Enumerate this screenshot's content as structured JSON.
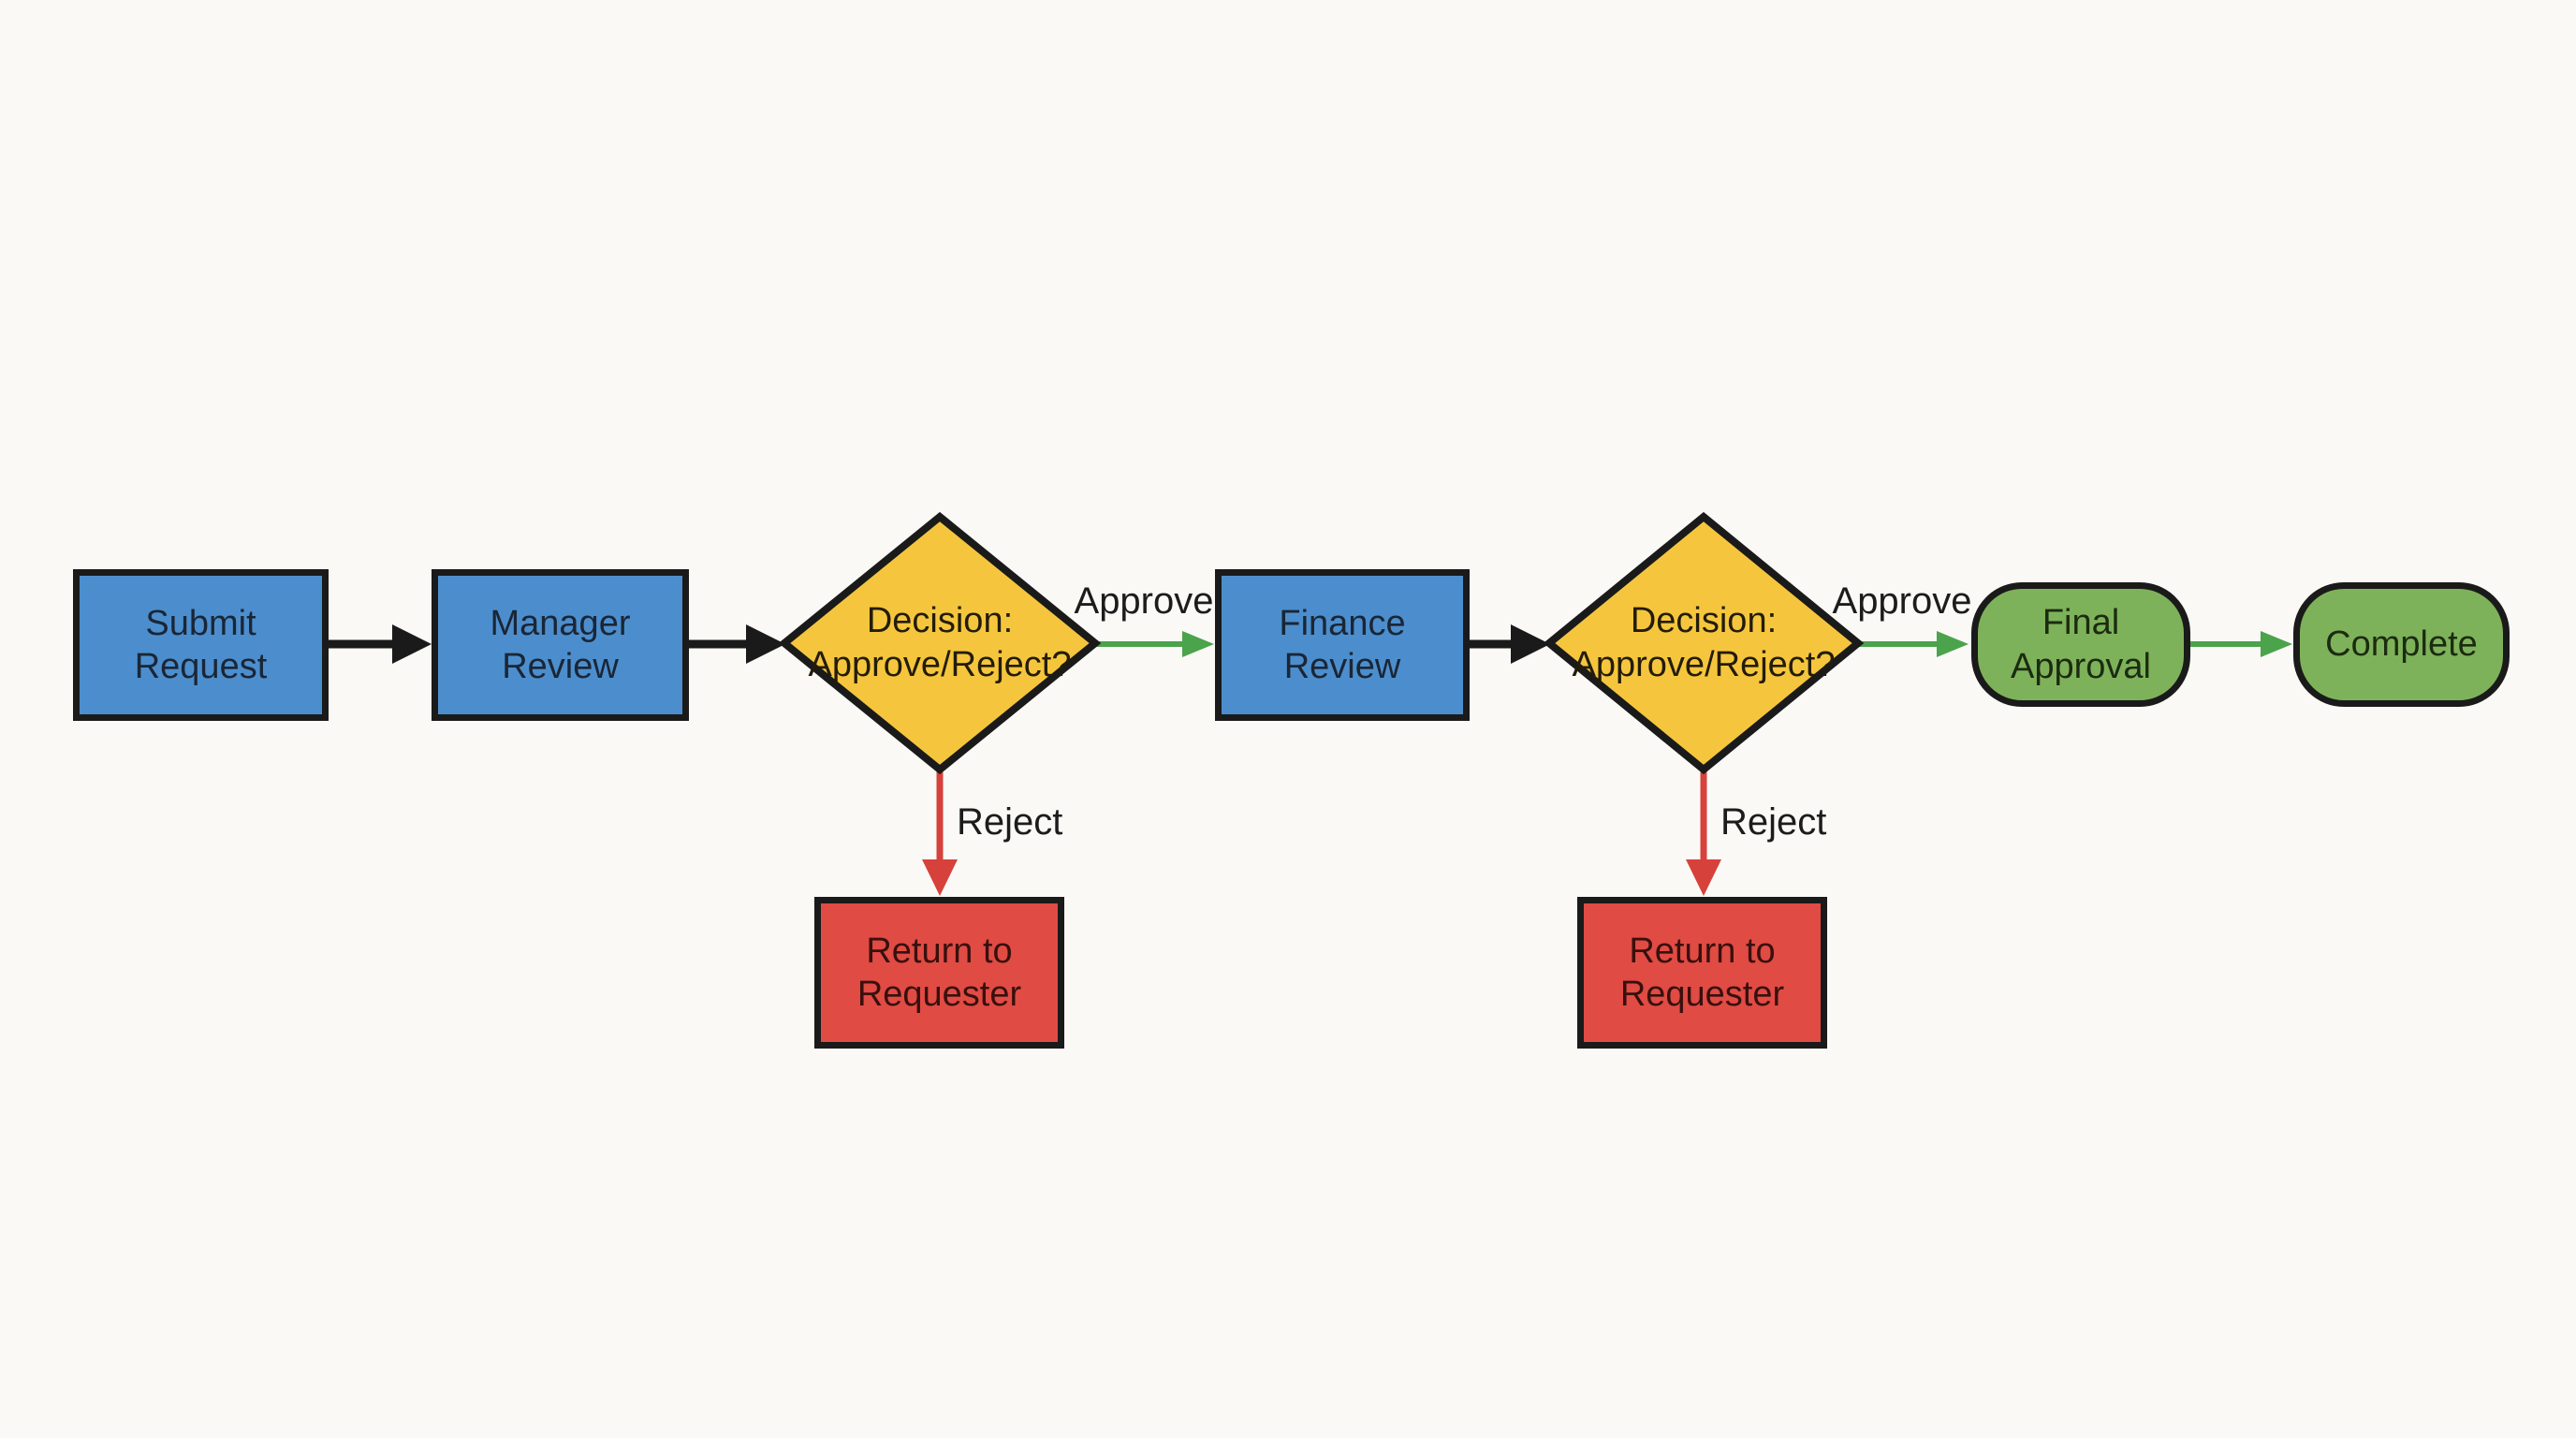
{
  "diagram": {
    "kind": "flowchart",
    "background": "#faf9f6",
    "nodes": {
      "submit": {
        "label": "Submit Request",
        "type": "process"
      },
      "manager": {
        "label": "Manager Review",
        "type": "process"
      },
      "decision1": {
        "label": "Decision: Approve/Reject?",
        "type": "decision"
      },
      "finance": {
        "label": "Finance Review",
        "type": "process"
      },
      "decision2": {
        "label": "Decision: Approve/Reject?",
        "type": "decision"
      },
      "final": {
        "label": "Final Approval",
        "type": "terminal"
      },
      "complete": {
        "label": "Complete",
        "type": "terminal"
      },
      "return1": {
        "label": "Return to Requester",
        "type": "reject"
      },
      "return2": {
        "label": "Return to Requester",
        "type": "reject"
      }
    },
    "edges": [
      {
        "from": "submit",
        "to": "manager",
        "label": "",
        "color": "black"
      },
      {
        "from": "manager",
        "to": "decision1",
        "label": "",
        "color": "black"
      },
      {
        "from": "decision1",
        "to": "finance",
        "label": "Approve",
        "color": "green"
      },
      {
        "from": "decision1",
        "to": "return1",
        "label": "Reject",
        "color": "red"
      },
      {
        "from": "finance",
        "to": "decision2",
        "label": "",
        "color": "black"
      },
      {
        "from": "decision2",
        "to": "final",
        "label": "Approve",
        "color": "green"
      },
      {
        "from": "decision2",
        "to": "return2",
        "label": "Reject",
        "color": "red"
      },
      {
        "from": "final",
        "to": "complete",
        "label": "",
        "color": "green"
      }
    ],
    "colors": {
      "process_fill": "#4c8ecd",
      "decision_fill": "#f5c63d",
      "terminal_fill": "#7eb25a",
      "reject_fill": "#e04b44",
      "shape_border": "#1a1a1a",
      "flow_arrow": "#1a1a1a",
      "approve_arrow": "#4ba34b",
      "reject_arrow": "#d6423b"
    }
  }
}
